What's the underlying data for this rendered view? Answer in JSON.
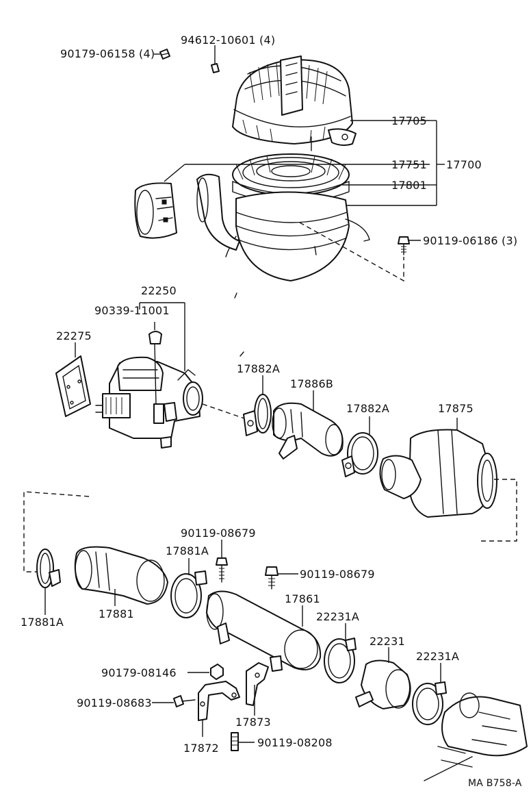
{
  "labels": {
    "p90179_06158": "90179-06158 (4)",
    "p94612_10601": "94612-10601 (4)",
    "p17705": "17705",
    "p17751": "17751",
    "p17700": "17700",
    "p17801": "17801",
    "p90119_06186": "90119-06186 (3)",
    "p22250": "22250",
    "p90339_11001": "90339-11001",
    "p22275": "22275",
    "p17882A_a": "17882A",
    "p17886B": "17886B",
    "p17882A_b": "17882A",
    "p17875": "17875",
    "p90119_08679_a": "90119-08679",
    "p17881A_top": "17881A",
    "p90119_08679_b": "90119-08679",
    "p17881A_left": "17881A",
    "p17881": "17881",
    "p17861": "17861",
    "p22231A_a": "22231A",
    "p22231": "22231",
    "p22231A_b": "22231A",
    "p90179_08146": "90179-08146",
    "p90119_08683": "90119-08683",
    "p17873": "17873",
    "p17872": "17872",
    "p90119_08208": "90119-08208",
    "figure_id": "MA B758-A"
  }
}
